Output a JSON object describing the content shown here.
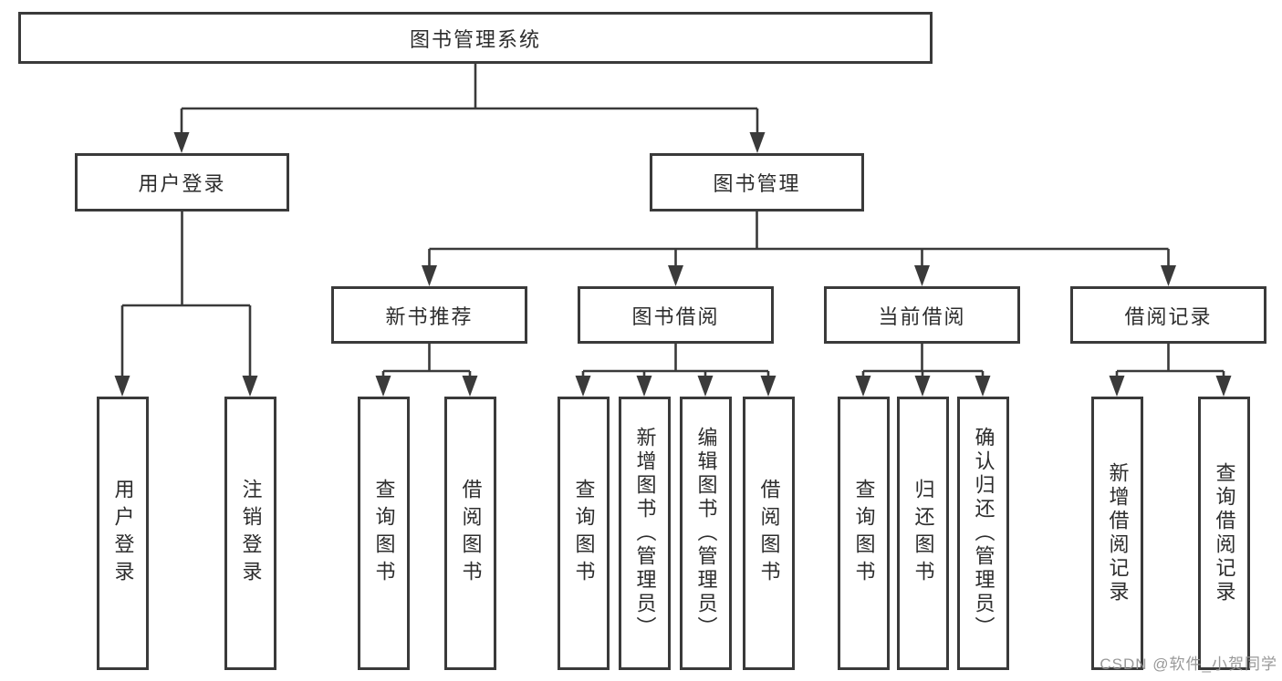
{
  "diagram": {
    "title": "图书管理系统",
    "colors": {
      "line": "#3a3a3a",
      "text": "#2d2d2d",
      "background": "#ffffff",
      "watermark": "#949494"
    },
    "nodes": {
      "root": "图书管理系统",
      "user_login": "用户登录",
      "book_mgmt": "图书管理",
      "new_book_rec": "新书推荐",
      "book_borrow": "图书借阅",
      "current_borrow": "当前借阅",
      "borrow_records": "借阅记录",
      "leaf_user_login": "用户登录",
      "leaf_logout": "注销登录",
      "rec_query": "查询图书",
      "rec_borrow": "借阅图书",
      "bb_query": "查询图书",
      "bb_add": "新增图书（管理员）",
      "bb_edit": "编辑图书（管理员）",
      "bb_borrow": "借阅图书",
      "cb_query": "查询图书",
      "cb_return": "归还图书",
      "cb_confirm": "确认归还（管理员）",
      "br_add": "新增借阅记录",
      "br_query": "查询借阅记录"
    },
    "hierarchy": {
      "root": "图书管理系统",
      "children": [
        {
          "name": "用户登录",
          "children": [
            "用户登录",
            "注销登录"
          ]
        },
        {
          "name": "图书管理",
          "children": [
            {
              "name": "新书推荐",
              "children": [
                "查询图书",
                "借阅图书"
              ]
            },
            {
              "name": "图书借阅",
              "children": [
                "查询图书",
                "新增图书（管理员）",
                "编辑图书（管理员）",
                "借阅图书"
              ]
            },
            {
              "name": "当前借阅",
              "children": [
                "查询图书",
                "归还图书",
                "确认归还（管理员）"
              ]
            },
            {
              "name": "借阅记录",
              "children": [
                "新增借阅记录",
                "查询借阅记录"
              ]
            }
          ]
        }
      ]
    },
    "watermark": "CSDN @软件_小贺同学"
  }
}
